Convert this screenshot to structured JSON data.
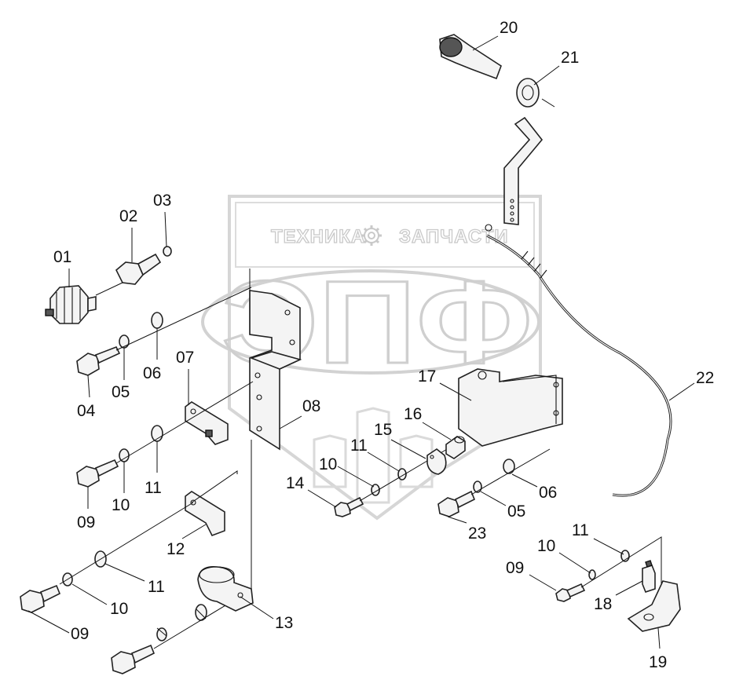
{
  "watermark": {
    "left_word": "ТЕХНИКА",
    "right_word": "ЗАПЧАСТИ",
    "big_letters": "ЭПФ",
    "gear_icon": "gear-icon"
  },
  "callouts": [
    {
      "id": "c01",
      "text": "01"
    },
    {
      "id": "c02",
      "text": "02"
    },
    {
      "id": "c03",
      "text": "03"
    },
    {
      "id": "c04",
      "text": "04"
    },
    {
      "id": "c05a",
      "text": "05"
    },
    {
      "id": "c06a",
      "text": "06"
    },
    {
      "id": "c07",
      "text": "07"
    },
    {
      "id": "c08",
      "text": "08"
    },
    {
      "id": "c09a",
      "text": "09"
    },
    {
      "id": "c10a",
      "text": "10"
    },
    {
      "id": "c11a",
      "text": "11"
    },
    {
      "id": "c12",
      "text": "12"
    },
    {
      "id": "c11b",
      "text": "11"
    },
    {
      "id": "c10b",
      "text": "10"
    },
    {
      "id": "c09b",
      "text": "09"
    },
    {
      "id": "c13",
      "text": "13"
    },
    {
      "id": "c14",
      "text": "14"
    },
    {
      "id": "c10c",
      "text": "10"
    },
    {
      "id": "c11c",
      "text": "11"
    },
    {
      "id": "c15",
      "text": "15"
    },
    {
      "id": "c16",
      "text": "16"
    },
    {
      "id": "c17",
      "text": "17"
    },
    {
      "id": "c20",
      "text": "20"
    },
    {
      "id": "c21",
      "text": "21"
    },
    {
      "id": "c22",
      "text": "22"
    },
    {
      "id": "c06b",
      "text": "06"
    },
    {
      "id": "c05b",
      "text": "05"
    },
    {
      "id": "c23",
      "text": "23"
    },
    {
      "id": "c11d",
      "text": "11"
    },
    {
      "id": "c10d",
      "text": "10"
    },
    {
      "id": "c09c",
      "text": "09"
    },
    {
      "id": "c18",
      "text": "18"
    },
    {
      "id": "c19",
      "text": "19"
    }
  ]
}
